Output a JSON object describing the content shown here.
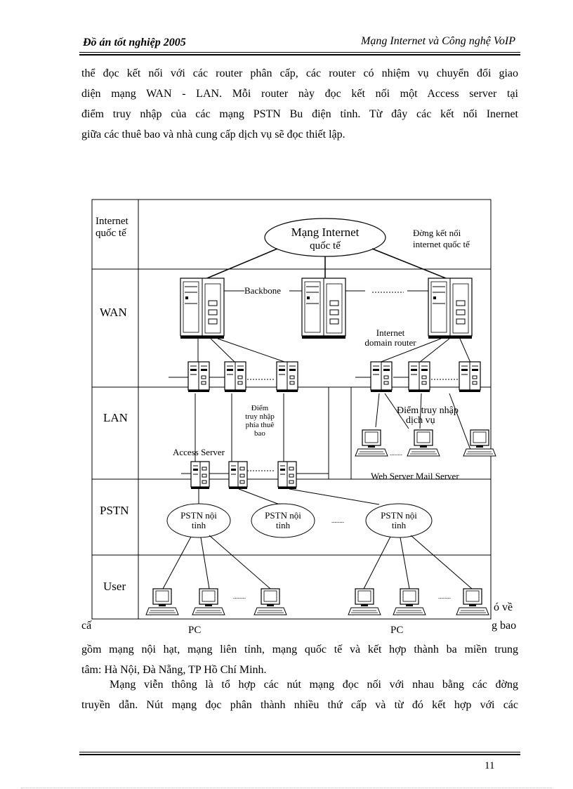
{
  "header": {
    "left": "Đồ án tốt nghiệp 2005",
    "right": "Mạng Internet và Công nghệ VoIP"
  },
  "paragraph1": [
    "thể đọc  kết nối với các router phân cấp, các router có nhiệm vụ chuyển đổi giao",
    "diện mạng WAN - LAN. Mỗi router này đọc  kết nối một Access server tại",
    "điểm truy nhập của các mạng PSTN Bu  điện tỉnh. Từ đây các kết nối Inernet",
    "giữa các thuê bao và nhà cung cấp dịch vụ sẽ đọc  thiết lập."
  ],
  "figure": {
    "rows": [
      "Internet quốc tế",
      "WAN",
      "LAN",
      "PSTN",
      "User"
    ],
    "row_internet_line1": "Internet",
    "row_internet_line2": "quốc tế",
    "cloud_line1": "Mạng Internet",
    "cloud_line2": "quốc tế",
    "intl_link_line1": "Đờng  kết nối",
    "intl_link_line2": "internet quốc tế",
    "backbone": "Backbone",
    "domain_router_line1": "Internet",
    "domain_router_line2": "domain router",
    "subscriber_access_lines": [
      "Điểm",
      "truy nhập",
      "phía thuê",
      "bao"
    ],
    "service_access_line1": "Điểm truy nhập",
    "service_access_line2": "dịch vụ",
    "access_server": "Access Server",
    "web_mail_server": "Web Server Mail Server",
    "pstn_line1": "PSTN nội",
    "pstn_line2": "tỉnh",
    "pc": "PC",
    "ellipsis": "........"
  },
  "overlap_fragments": {
    "left": "cấ",
    "right_top": "ó về",
    "right_bottom": "g bao"
  },
  "paragraph2": [
    "gồm mạng nội hạt, mạng liên tỉnh, mạng quốc tế và kết hợp thành ba miền trung",
    "tâm: Hà Nội, Đà Nẵng, TP Hồ Chí Minh."
  ],
  "paragraph3": [
    "Mạng viễn thông là tổ hợp các nút mạng đọc  nối với nhau bằng các đờng",
    "truyền dẫn. Nút mạng đọc  phân thành nhiều thứ cấp và từ đó kết hợp với các"
  ],
  "page_number": "11"
}
